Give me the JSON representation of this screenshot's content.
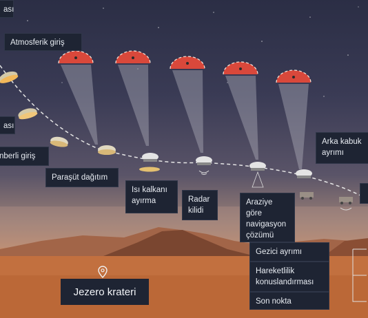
{
  "stages": {
    "top_left": "ası",
    "atmospheric_entry": "Atmosferik giriş",
    "left_mid": "ası",
    "guided_entry": "nberli giriş",
    "parachute": "Paraşüt dağıtım",
    "heat_shield": "Isı kalkanı\nayırma",
    "radar_lock": "Radar\nkilidi",
    "terrain_nav": "Araziye\ngöre\nnavigasyon\nçözümü",
    "backshell": "Arka kabuk\nayrımı",
    "rover_sep": "Gezici ayrımı",
    "mobility": "Hareketlilik\nkonuslandırması",
    "end": "Son nokta"
  },
  "crater": "Jezero krateri",
  "colors": {
    "label_bg": "#1e2433",
    "label_text": "#e8ecf2",
    "path": "#e6e6e6",
    "chute_red": "#d9483b"
  }
}
